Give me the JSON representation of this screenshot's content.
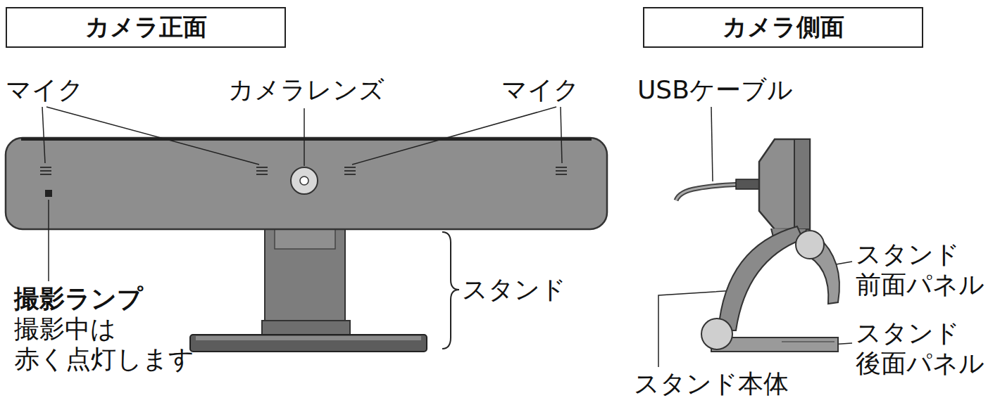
{
  "diagram": {
    "nodes": [
      {
        "text": [
          "カメラ正面"
        ]
      },
      {
        "text": [
          "カメラ側面"
        ]
      }
    ],
    "labels": [
      "マイク",
      "カメラレンズ",
      "マイク",
      "USBケーブル",
      "撮影ランプ",
      "撮影中は 赤く点灯します",
      "スタンド",
      "スタンド 前面パネル",
      "スタンド 後面パネル",
      "スタンド本体"
    ]
  }
}
